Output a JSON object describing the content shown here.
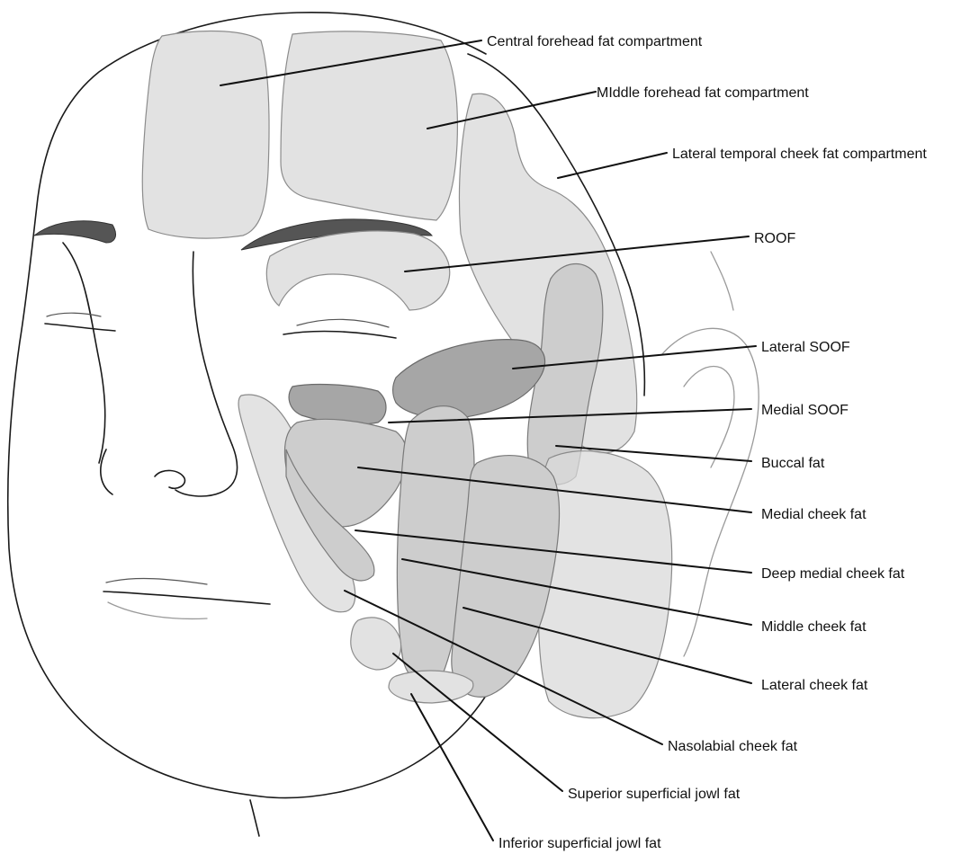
{
  "labels": [
    {
      "id": "central-forehead",
      "text": "Central forehead fat compartment"
    },
    {
      "id": "middle-forehead",
      "text": "MIddle forehead fat compartment"
    },
    {
      "id": "lateral-temporal-cheek",
      "text": "Lateral temporal cheek fat compartment"
    },
    {
      "id": "roof",
      "text": "ROOF"
    },
    {
      "id": "lateral-soof",
      "text": "Lateral SOOF"
    },
    {
      "id": "medial-soof",
      "text": "Medial SOOF"
    },
    {
      "id": "buccal",
      "text": "Buccal fat"
    },
    {
      "id": "medial-cheek",
      "text": "Medial cheek fat"
    },
    {
      "id": "deep-medial-cheek",
      "text": "Deep medial cheek fat"
    },
    {
      "id": "middle-cheek",
      "text": "Middle cheek fat"
    },
    {
      "id": "lateral-cheek",
      "text": "Lateral cheek fat"
    },
    {
      "id": "nasolabial-cheek",
      "text": "Nasolabial cheek fat"
    },
    {
      "id": "superior-jowl",
      "text": "Superior superficial jowl fat"
    },
    {
      "id": "inferior-jowl",
      "text": "Inferior superficial jowl fat"
    }
  ]
}
